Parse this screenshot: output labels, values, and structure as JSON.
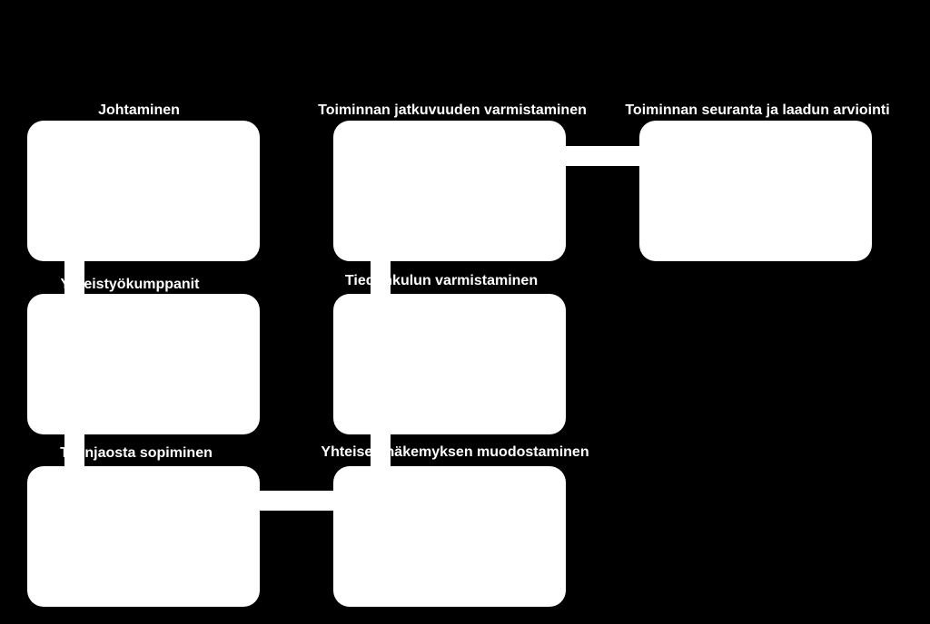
{
  "colors": {
    "background": "#000000",
    "foreground": "#ffffff"
  },
  "nodes": [
    {
      "id": "johtaminen",
      "label": "Johtaminen"
    },
    {
      "id": "toiminnan-jatkuvuus",
      "label": "Toiminnan jatkuvuuden varmistaminen"
    },
    {
      "id": "toiminnan-seuranta",
      "label": "Toiminnan seuranta ja laadun arviointi"
    },
    {
      "id": "yhteistyokumppanit",
      "label": "Yhteistyökumppanit"
    },
    {
      "id": "tiedonkulku",
      "label": "Tiedonkulun varmistaminen"
    },
    {
      "id": "tyonjako",
      "label": "Työnjaosta sopiminen"
    },
    {
      "id": "yhteinen-nakemys",
      "label": "Yhteisen näkemyksen muodostaminen"
    }
  ],
  "edges": [
    {
      "from": "johtaminen",
      "to": "yhteistyokumppanit"
    },
    {
      "from": "yhteistyokumppanit",
      "to": "tyonjako"
    },
    {
      "from": "tyonjako",
      "to": "yhteinen-nakemys"
    },
    {
      "from": "yhteinen-nakemys",
      "to": "tiedonkulku"
    },
    {
      "from": "tiedonkulku",
      "to": "toiminnan-jatkuvuus"
    },
    {
      "from": "toiminnan-jatkuvuus",
      "to": "toiminnan-seuranta"
    }
  ]
}
